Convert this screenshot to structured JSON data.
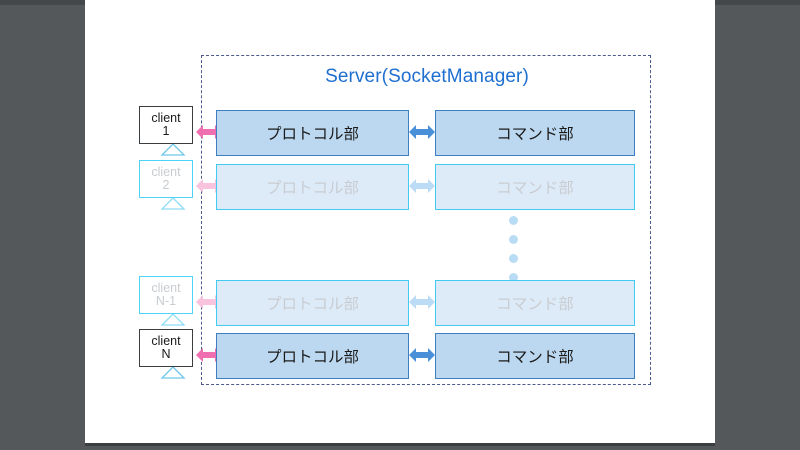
{
  "canvas": {
    "bg": "#55585a"
  },
  "top_sliver": {
    "gray": "#cfd2d4",
    "blue": "#2e5d85"
  },
  "diagram": {
    "title": "Server(SocketManager)",
    "title_color": "#1e6fd0",
    "frame_border_color": "#4a5b8c",
    "colors": {
      "pink_arrow": "#f06fb0",
      "pink_arrow_faded": "#f9c3de",
      "blue_arrow": "#4a90d9",
      "blue_arrow_faded": "#bcdcf5",
      "box_active_fill": "#bcd8f0",
      "box_active_border": "#3d7fc1",
      "box_faded_fill": "#ddeaf7",
      "box_faded_border": "#42cbf0",
      "dot": "#b9dcf5",
      "monitor_border_active": "#3b3e40",
      "monitor_border_faded": "#4fd2f7",
      "text_faded": "#c8ccd0"
    },
    "rows": [
      {
        "state": "active",
        "client_line1": "client",
        "client_line2": "1",
        "protocol_label": "プロトコル部",
        "command_label": "コマンド部",
        "left_arrow": "double-arrow-pink-icon",
        "mid_arrow": "double-arrow-blue-icon"
      },
      {
        "state": "faded",
        "client_line1": "client",
        "client_line2": "2",
        "protocol_label": "プロトコル部",
        "command_label": "コマンド部",
        "left_arrow": "double-arrow-pink-icon",
        "mid_arrow": "double-arrow-blue-icon"
      },
      {
        "state": "faded",
        "client_line1": "client",
        "client_line2": "N-1",
        "protocol_label": "プロトコル部",
        "command_label": "コマンド部",
        "left_arrow": "double-arrow-pink-icon",
        "mid_arrow": "double-arrow-blue-icon"
      },
      {
        "state": "active",
        "client_line1": "client",
        "client_line2": "N",
        "protocol_label": "プロトコル部",
        "command_label": "コマンド部",
        "left_arrow": "double-arrow-pink-icon",
        "mid_arrow": "double-arrow-blue-icon"
      }
    ],
    "ellipsis_dots": 4
  }
}
